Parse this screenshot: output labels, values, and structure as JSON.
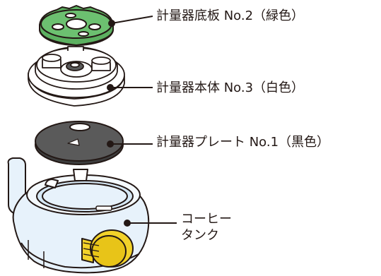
{
  "callouts": [
    {
      "label": "計量器底板 No.2（緑色）"
    },
    {
      "label": "計量器本体 No.3（白色）"
    },
    {
      "label": "計量器プレート No.1（黒色）"
    },
    {
      "label_line1": "コーヒー",
      "label_line2": "タンク"
    }
  ],
  "colors": {
    "line": "#231815",
    "green_part": "#5cb060",
    "white_part": "#ffffff",
    "black_part": "#5a5a5a",
    "tank": "#e7f2fb",
    "yellow_part": "#f2d22a"
  }
}
